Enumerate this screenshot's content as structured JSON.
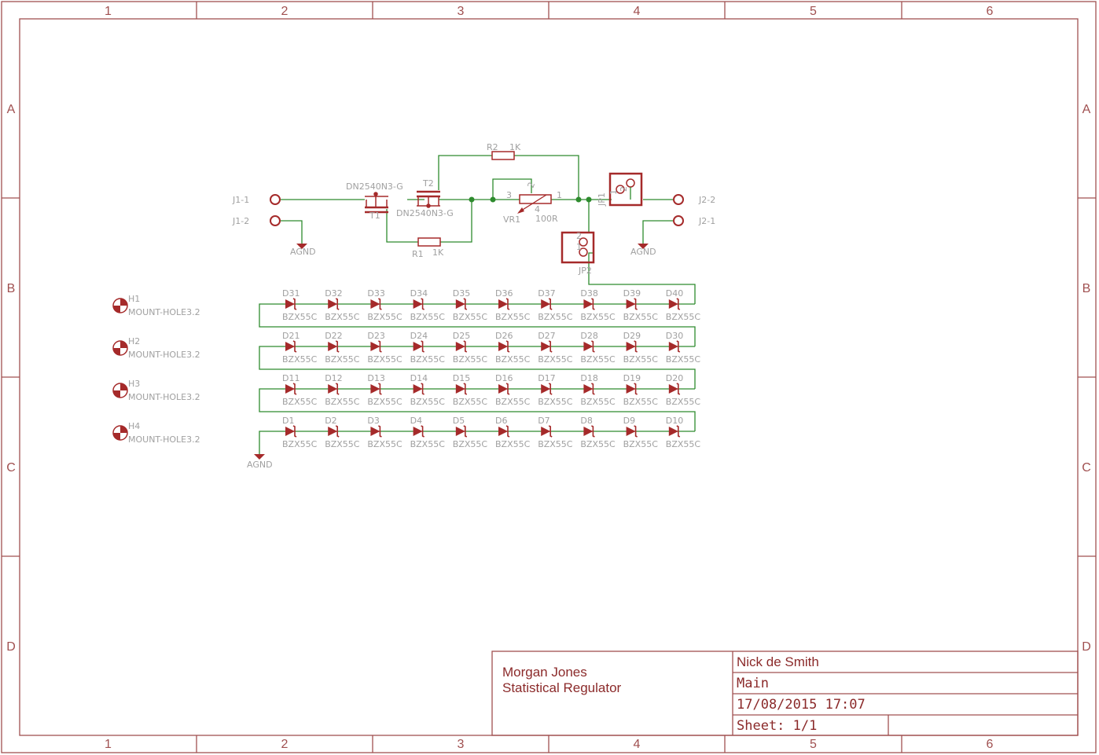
{
  "colors": {
    "frame": "#a05050",
    "symbol": "#a52a2a",
    "wire": "#2e8b2e",
    "label": "#a0a0a0",
    "title_text": "#8b2a2a"
  },
  "frame": {
    "columns": [
      "1",
      "2",
      "3",
      "4",
      "5",
      "6"
    ],
    "rows": [
      "A",
      "B",
      "C",
      "D"
    ]
  },
  "connectors": {
    "j1_1": "J1-1",
    "j1_2": "J1-2",
    "j2_2": "J2-2",
    "j2_1": "J2-1",
    "jp1": "JP1",
    "jp2": "JP2",
    "pin1": "1",
    "pin2": "2"
  },
  "components": {
    "t1_value": "DN2540N3-G",
    "t1_name": "T1",
    "t2_value": "DN2540N3-G",
    "t2_name": "T2",
    "r1_name": "R1",
    "r1_value": "1K",
    "r2_name": "R2",
    "r2_value": "1K",
    "vr1_name": "VR1",
    "vr1_value": "100R",
    "vr1_pin3": "3",
    "vr1_pin2": "2",
    "vr1_pin1": "1",
    "vr1_pin4": "4"
  },
  "grounds": [
    "AGND",
    "AGND",
    "AGND"
  ],
  "diode_value": "BZX55C",
  "diode_rows": [
    [
      "D31",
      "D32",
      "D33",
      "D34",
      "D35",
      "D36",
      "D37",
      "D38",
      "D39",
      "D40"
    ],
    [
      "D21",
      "D22",
      "D23",
      "D24",
      "D25",
      "D26",
      "D27",
      "D28",
      "D29",
      "D30"
    ],
    [
      "D11",
      "D12",
      "D13",
      "D14",
      "D15",
      "D16",
      "D17",
      "D18",
      "D19",
      "D20"
    ],
    [
      "D1",
      "D2",
      "D3",
      "D4",
      "D5",
      "D6",
      "D7",
      "D8",
      "D9",
      "D10"
    ]
  ],
  "mount_holes": [
    {
      "name": "H1",
      "value": "MOUNT-HOLE3.2"
    },
    {
      "name": "H2",
      "value": "MOUNT-HOLE3.2"
    },
    {
      "name": "H3",
      "value": "MOUNT-HOLE3.2"
    },
    {
      "name": "H4",
      "value": "MOUNT-HOLE3.2"
    }
  ],
  "title_block": {
    "line1": "Morgan Jones",
    "line2": "Statistical Regulator",
    "author": "Nick de Smith",
    "sheet_name": "Main",
    "date": "17/08/2015 17:07",
    "sheet": "Sheet: 1/1"
  }
}
